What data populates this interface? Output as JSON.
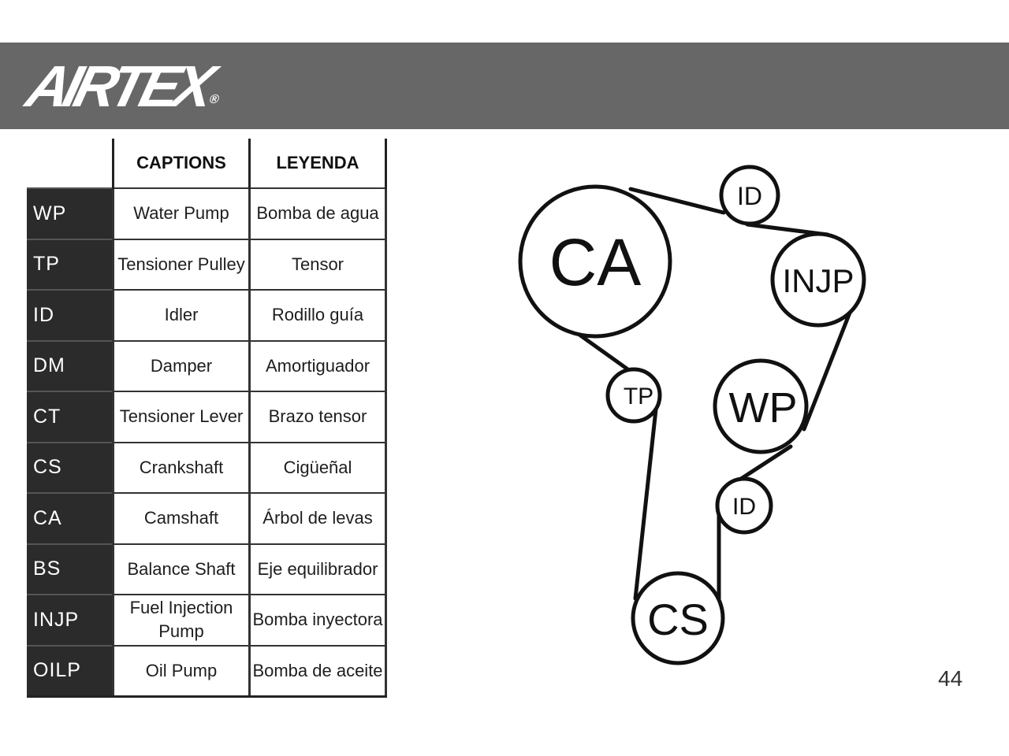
{
  "header": {
    "logo_text": "AIRTEX",
    "logo_mark": "®",
    "bar_color": "#676767"
  },
  "legend_table": {
    "columns": [
      "CAPTIONS",
      "LEYENDA"
    ],
    "rows": [
      {
        "code": "WP",
        "caption": "Water Pump",
        "leyenda": "Bomba de agua"
      },
      {
        "code": "TP",
        "caption": "Tensioner Pulley",
        "leyenda": "Tensor"
      },
      {
        "code": "ID",
        "caption": "Idler",
        "leyenda": "Rodillo guía"
      },
      {
        "code": "DM",
        "caption": "Damper",
        "leyenda": "Amortiguador"
      },
      {
        "code": "CT",
        "caption": "Tensioner Lever",
        "leyenda": "Brazo tensor"
      },
      {
        "code": "CS",
        "caption": "Crankshaft",
        "leyenda": "Cigüeñal"
      },
      {
        "code": "CA",
        "caption": "Camshaft",
        "leyenda": "Árbol de levas"
      },
      {
        "code": "BS",
        "caption": "Balance Shaft",
        "leyenda": "Eje equilibrador"
      },
      {
        "code": "INJP",
        "caption": "Fuel Injection Pump",
        "leyenda": "Bomba inyectora"
      },
      {
        "code": "OILP",
        "caption": "Oil Pump",
        "leyenda": "Bomba de aceite"
      }
    ]
  },
  "diagram": {
    "pulleys": {
      "ca": "CA",
      "id_top": "ID",
      "injp": "INJP",
      "tp": "TP",
      "wp": "WP",
      "id_bottom": "ID",
      "cs": "CS"
    }
  },
  "page_number": "44"
}
